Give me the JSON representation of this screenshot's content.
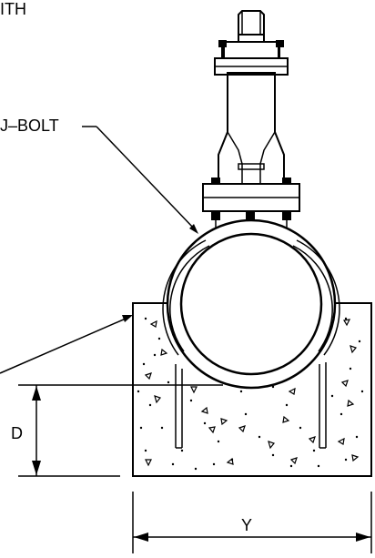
{
  "labels": {
    "top_left_fragment": "ITH",
    "jbolt": "J–BOLT",
    "dim_depth": "D",
    "dim_width": "Y"
  }
}
